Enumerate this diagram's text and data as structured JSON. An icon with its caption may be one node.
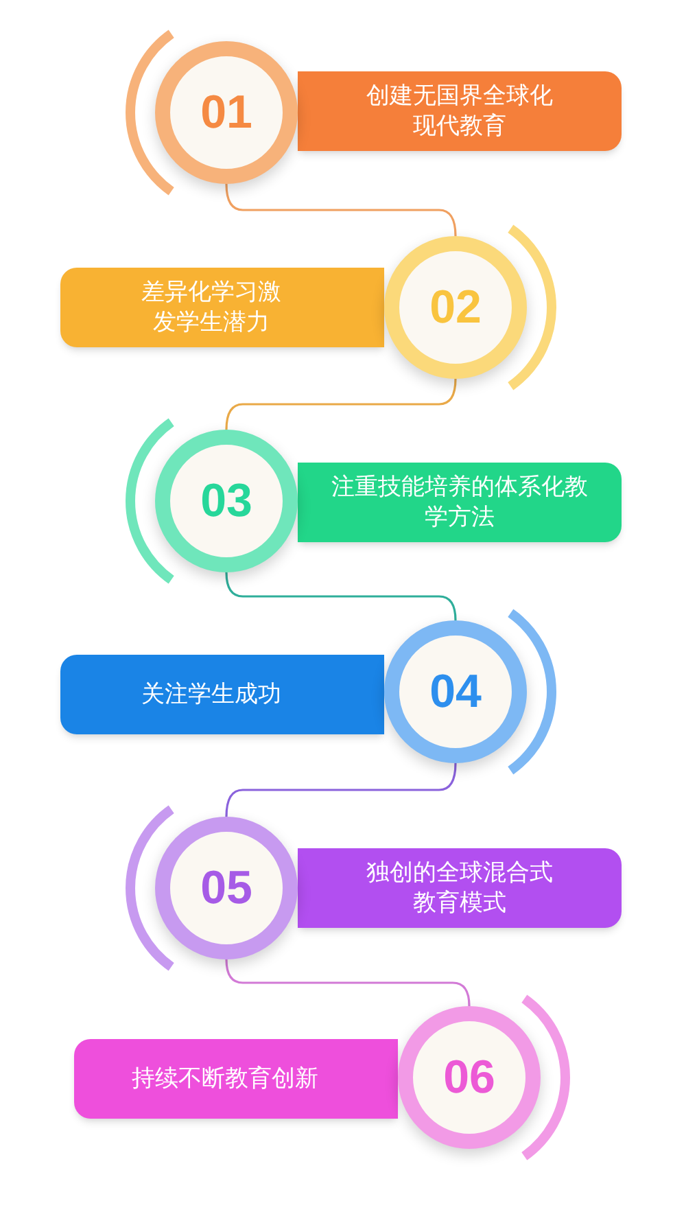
{
  "diagram": {
    "nodes": [
      {
        "text": [
          "01"
        ]
      },
      {
        "text": [
          "创建无国界全球化现代教育"
        ]
      },
      {
        "text": [
          "差异化学习激发学生潜力"
        ]
      },
      {
        "text": [
          "02"
        ]
      },
      {
        "text": [
          "03"
        ]
      },
      {
        "text": [
          "注重技能培养的体系化教学方法"
        ]
      },
      {
        "text": [
          "关注学生成功"
        ]
      },
      {
        "text": [
          "04"
        ]
      },
      {
        "text": [
          "05"
        ]
      },
      {
        "text": [
          "独创的全球混合式教育模式"
        ]
      },
      {
        "text": [
          "持续不断教育创新"
        ]
      },
      {
        "text": [
          "06"
        ]
      }
    ],
    "edges": [
      {
        "from": 0,
        "to": 3,
        "arrow": "none",
        "color": "#f0a060"
      },
      {
        "from": 3,
        "to": 4,
        "arrow": "none",
        "color": "#e9a948"
      },
      {
        "from": 4,
        "to": 7,
        "arrow": "none",
        "color": "#2fae9a"
      },
      {
        "from": 7,
        "to": 8,
        "arrow": "none",
        "color": "#8a62dc"
      },
      {
        "from": 8,
        "to": 11,
        "arrow": "none",
        "color": "#d27ad6"
      }
    ]
  }
}
